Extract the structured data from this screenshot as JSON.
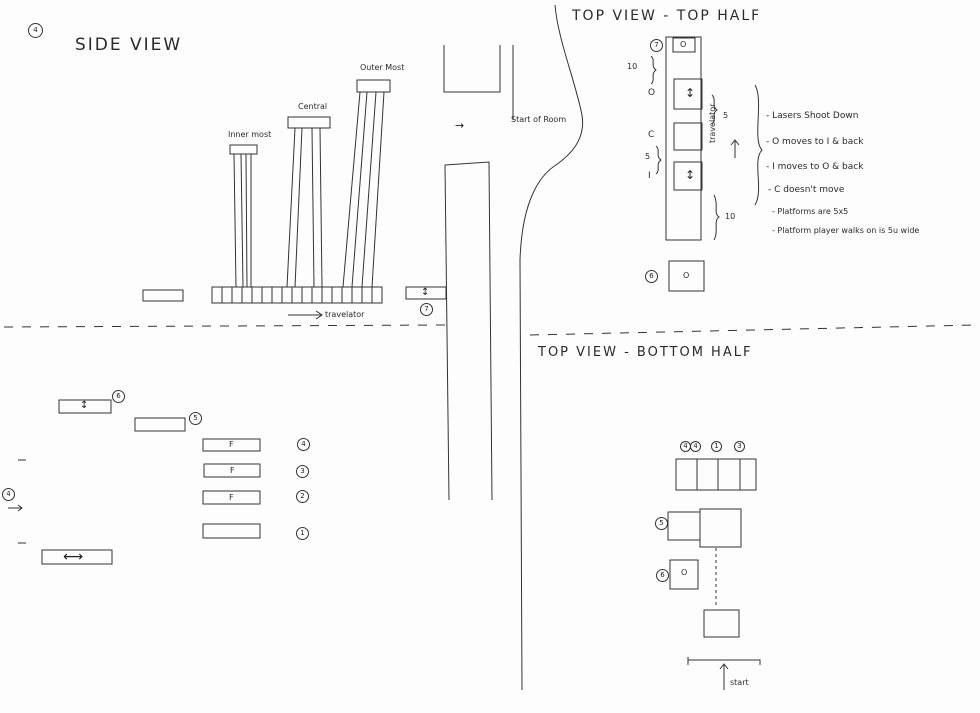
{
  "page_number": "4",
  "side_view": {
    "title": "SIDE VIEW",
    "laser_labels": [
      "Inner most",
      "Central",
      "Outer Most"
    ],
    "travelator_label": "travelator",
    "platform_badge": "7",
    "lower_numbers": [
      "6",
      "5",
      "4",
      "3",
      "2",
      "1"
    ],
    "lower_f": [
      "F",
      "F",
      "F"
    ],
    "side_marker": "4",
    "arrow_symbol": "→",
    "double_arrow": "⟷",
    "updown_arrow": "↕"
  },
  "center": {
    "start_label": "Start of Room"
  },
  "top_view_top": {
    "title": "TOP VIEW - TOP HALF",
    "badge_top": "7",
    "badge_bottom": "6",
    "square_top_label": "O",
    "square_bottom_label": "O",
    "dim_10_top": "10",
    "dim_10_bottom": "10",
    "dim_5_right": "5",
    "dim_5_left": "5",
    "row_labels": [
      "O",
      "C",
      "I"
    ],
    "travelator_label": "travelator",
    "notes": [
      "- Lasers Shoot Down",
      "- O moves to I & back",
      "- I moves to O & back",
      "- C doesn't move",
      "- Platforms are 5x5",
      "- Platform player walks on is 5u wide"
    ]
  },
  "top_view_bottom": {
    "title": "TOP VIEW - BOTTOM HALF",
    "row_badges": [
      "4",
      "1",
      "3"
    ],
    "badge_5": "5",
    "badge_6": "6",
    "square_label": "O",
    "start_label": "start"
  }
}
